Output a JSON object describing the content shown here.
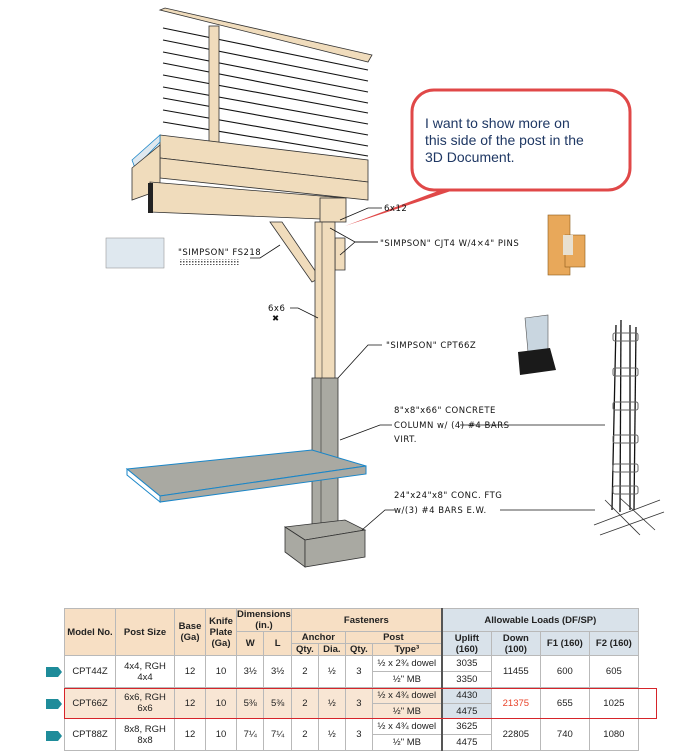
{
  "callout": {
    "line1": "I want to show more on",
    "line2": "this side of the post in the",
    "line3": "3D Document."
  },
  "drawing_labels": {
    "beam": "6x12",
    "cjt4": "\"SIMPSON\" CJT4 W/4×4\" PINS",
    "fs218": "\"SIMPSON\" FS218",
    "post": "6x6",
    "cpt66z": "\"SIMPSON\" CPT66Z",
    "column_l1": "8\"x8\"x66\"  CONCRETE",
    "column_l2": "COLUMN w/ (4) #4 BARS",
    "column_l3": "VIRT.",
    "footing_l1": "24\"x24\"x8\" CONC. FTG",
    "footing_l2": "w/(3) #4 BARS E.W."
  },
  "colors": {
    "wood": "#f0dcbc",
    "concrete": "#a9a9a2",
    "slab_outline": "#1a86c8",
    "callout_border": "#e04848",
    "highlight": "#d6242a",
    "marker": "#1e8c9a"
  },
  "table": {
    "headers": {
      "model": "Model No.",
      "post_size": "Post Size",
      "base": "Base (Ga)",
      "knife": "Knife Plate (Ga)",
      "dimensions": "Dimensions (in.)",
      "w": "W",
      "l": "L",
      "fasteners": "Fasteners",
      "anchor": "Anchor",
      "post": "Post",
      "qty": "Qty.",
      "dia": "Dia.",
      "qty2": "Qty.",
      "type": "Type³",
      "loads": "Allowable Loads (DF/SP)",
      "uplift": "Uplift (160)",
      "down": "Down (100)",
      "f1": "F1 (160)",
      "f2": "F2 (160)"
    },
    "rows": [
      {
        "model": "CPT44Z",
        "post_size": "4x4, RGH 4x4",
        "base": "12",
        "knife": "10",
        "w": "3½",
        "l": "3½",
        "anchor_qty": "2",
        "anchor_dia": "½",
        "post_qty": "3",
        "type_a": "½ x 2¾ dowel",
        "type_b": "½\" MB",
        "uplift_a": "3035",
        "uplift_b": "3350",
        "down": "11455",
        "f1": "600",
        "f2": "605"
      },
      {
        "model": "CPT66Z",
        "post_size": "6x6, RGH 6x6",
        "base": "12",
        "knife": "10",
        "w": "5⅜",
        "l": "5⅜",
        "anchor_qty": "2",
        "anchor_dia": "½",
        "post_qty": "3",
        "type_a": "½ x 4¾ dowel",
        "type_b": "½\" MB",
        "uplift_a": "4430",
        "uplift_b": "4475",
        "down": "21375",
        "f1": "655",
        "f2": "1025"
      },
      {
        "model": "CPT88Z",
        "post_size": "8x8, RGH 8x8",
        "base": "12",
        "knife": "10",
        "w": "7¼",
        "l": "7¼",
        "anchor_qty": "2",
        "anchor_dia": "½",
        "post_qty": "3",
        "type_a": "½ x 4¾ dowel",
        "type_b": "½\" MB",
        "uplift_a": "3625",
        "uplift_b": "4475",
        "down": "22805",
        "f1": "740",
        "f2": "1080"
      }
    ]
  }
}
